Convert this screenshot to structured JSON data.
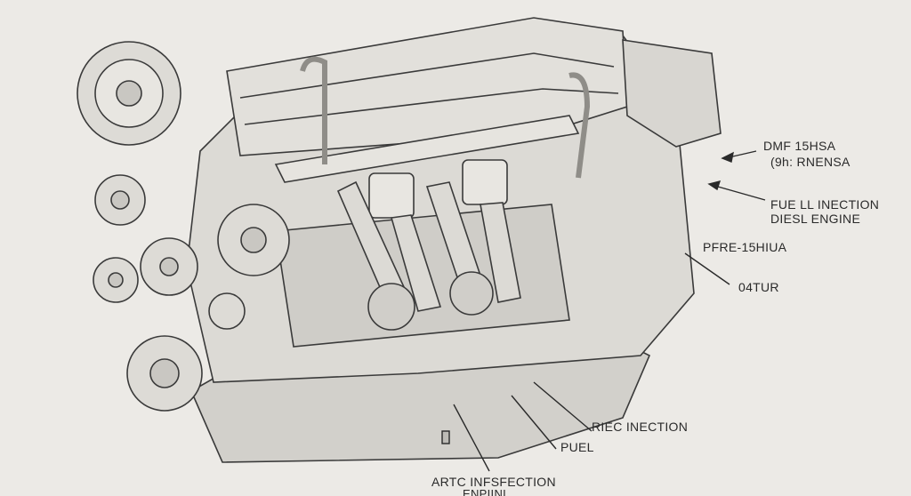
{
  "diagram": {
    "callouts": [
      {
        "id": "dmf",
        "lines": [
          "DMF 15HSA",
          "(9h: RNENSA"
        ]
      },
      {
        "id": "fuel",
        "lines": [
          "FUE LL INECTION",
          "DIESL ENGINE"
        ]
      },
      {
        "id": "pfre",
        "lines": [
          "PFRE-15HIUA"
        ]
      },
      {
        "id": "tur",
        "lines": [
          "04TUR"
        ]
      },
      {
        "id": "riec",
        "lines": [
          "RIEC INECTION"
        ]
      },
      {
        "id": "puel",
        "lines": [
          "PUEL"
        ]
      },
      {
        "id": "artc",
        "lines": [
          "ARTC INFSFECTION",
          "ENPIINI"
        ]
      }
    ]
  },
  "colors": {
    "background": "#eceae6",
    "line": "#3a3a3a",
    "shade": "#c9c7c2",
    "metal": "#dcdad5"
  }
}
